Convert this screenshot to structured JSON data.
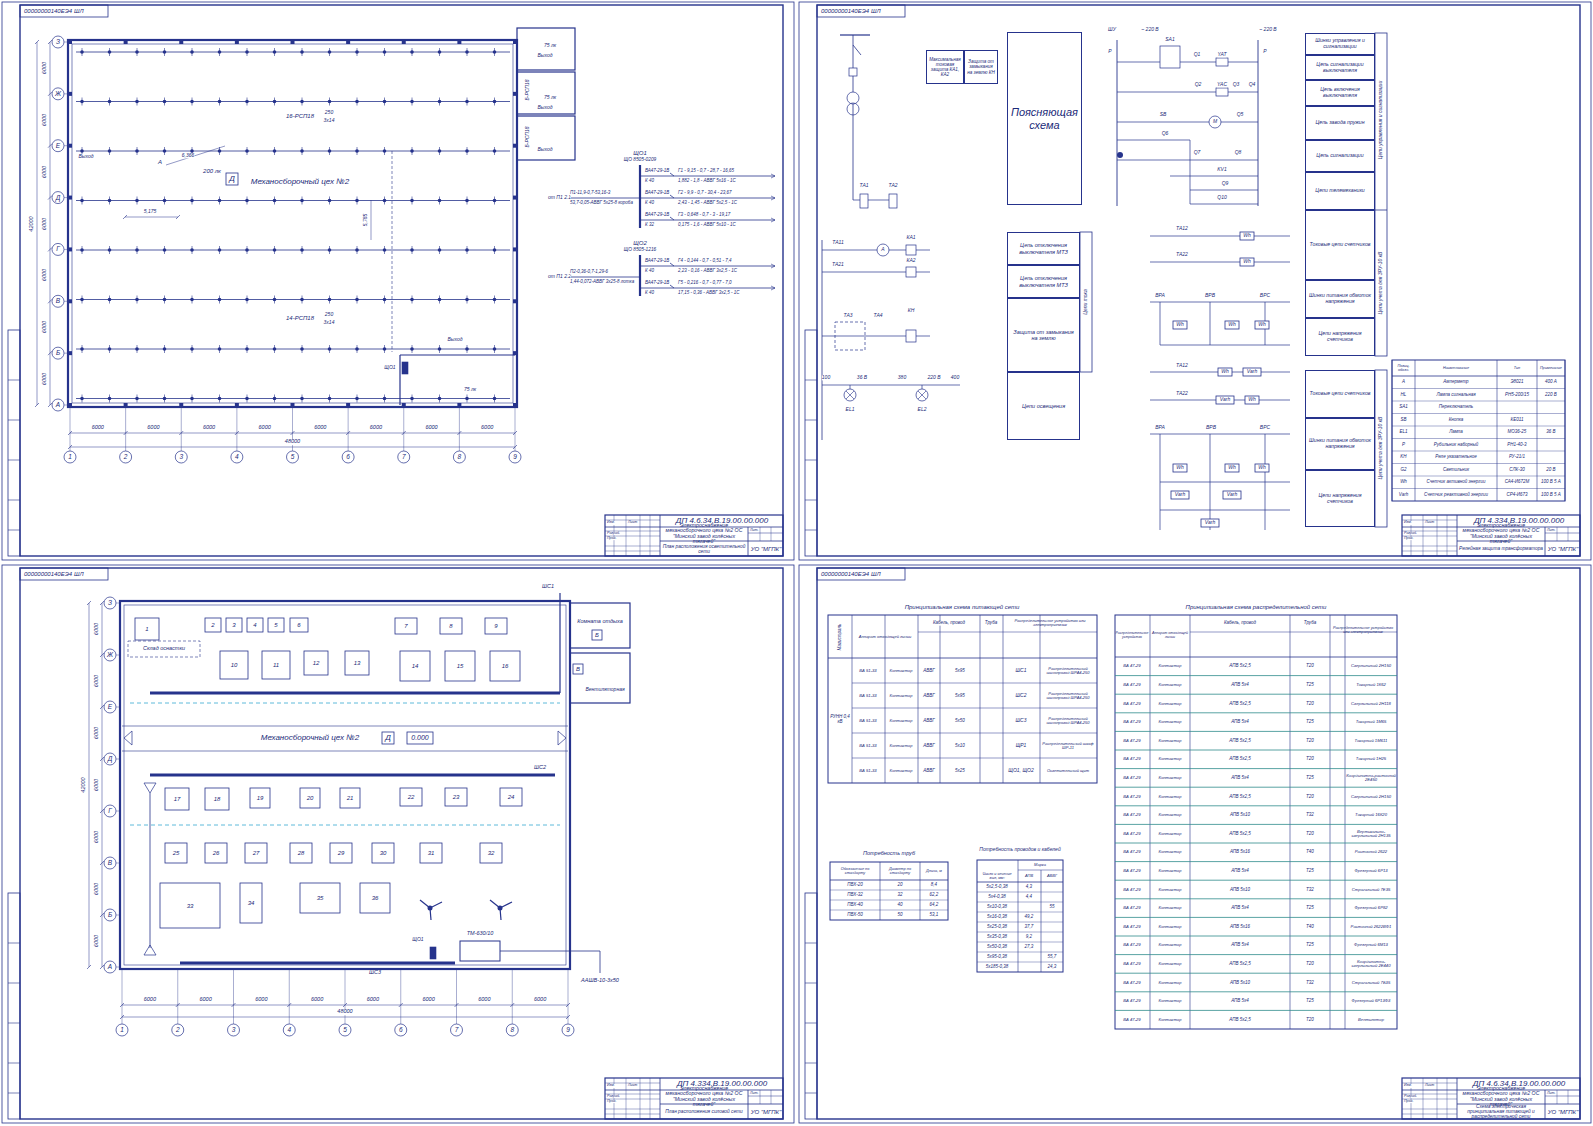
{
  "diagram": {
    "nodes": [
      {
        "text": [
          "Поясняющая схема"
        ]
      },
      {
        "text": [
          "Максимальная токовая защита КА1, КА2"
        ]
      },
      {
        "text": [
          "Защита от замыкания на землю КН"
        ]
      },
      {
        "text": [
          "Цепь отключения выключателя МТЗ"
        ]
      },
      {
        "text": [
          "Цепь отключения выключателя МТЗ"
        ]
      },
      {
        "text": [
          "Защита от замыкания на землю"
        ]
      },
      {
        "text": [
          "Цепи освещения"
        ]
      },
      {
        "text": [
          "Шинки управления и сигнализации"
        ]
      },
      {
        "text": [
          "Цепь сигнализации выключателя"
        ]
      },
      {
        "text": [
          "Цепь включения выключателя"
        ]
      },
      {
        "text": [
          "Цепь завода пружин"
        ]
      },
      {
        "text": [
          "Цепь сигнализации"
        ]
      },
      {
        "text": [
          "Цепи телемеханики"
        ]
      },
      {
        "text": [
          "Токовые цепи счетчиков"
        ]
      },
      {
        "text": [
          "Шинки питания обмоток напряжения"
        ]
      },
      {
        "text": [
          "Цепи напряжения счетчиков"
        ]
      },
      {
        "text": [
          "Токовые цепи счетчиков"
        ]
      },
      {
        "text": [
          "Шинки питания обмоток напряжения"
        ]
      },
      {
        "text": [
          "Цепи напряжения счетчиков"
        ]
      }
    ],
    "labels": [
      "00000000140ЕЭ4 ШЛ",
      "ДП 4.6.34.В.19.00.00.000",
      "Электроснабжение механосборочного цеха №2 ОС \"Минский завод колёсных тягачей\"",
      "План расположения осветительной сети",
      "УО \"МГПК\"",
      "Изм.",
      "Лист",
      "Разраб.",
      "Пров.",
      "Лит.",
      "00000000140ЕЭ4 ШЛ",
      "ДП 4.334.В.19.00.00.000",
      "Электроснабжение механосборочного цеха №2 ОС \"Минский завод колёсных тягачей\"",
      "Релейная защита трансформатора",
      "УО \"МГПК\"",
      "Изм.",
      "Лист",
      "Разраб.",
      "Пров.",
      "Лит.",
      "00000000140ЕЭ4 ШЛ",
      "ДП 4.334.В.19.00.00.000",
      "Электроснабжение механосборочного цеха №2 ОС \"Минский завод колёсных тягачей\"",
      "План расположения силовой сети",
      "УО \"МГПК\"",
      "Изм.",
      "Лист",
      "Разраб.",
      "Пров.",
      "Лит.",
      "00000000140ЕЭ4 ШЛ",
      "ДП 4.6.34.В.19.00.00.000",
      "Электроснабжение механосборочного цеха №2 ОС \"Минский завод колёсных тягачей\"",
      "Схема электрическая принципиальная питающей и распределительной сети",
      "УО \"МГПК\"",
      "Изм.",
      "Лист",
      "Разраб.",
      "Пров.",
      "Лит.",
      "1",
      "2",
      "3",
      "4",
      "5",
      "6",
      "7",
      "8",
      "9",
      "З",
      "Ж",
      "Е",
      "Д",
      "Г",
      "В",
      "Б",
      "А",
      "6000",
      "6000",
      "6000",
      "6000",
      "6000",
      "6000",
      "6000",
      "6000",
      "48000",
      "6000",
      "6000",
      "6000",
      "6000",
      "6000",
      "6000",
      "6000",
      "42000",
      "Механосборочный цех №2",
      "Д",
      "200 лк",
      "А",
      "6,366",
      "5,175",
      "5,785",
      "16-РСП18",
      "250",
      "3х14",
      "14-РСП18",
      "250",
      "3х14",
      "Выход",
      "Выход",
      "Выход",
      "Выход",
      "Выход",
      "Б-РСП18",
      "Б-РСП18",
      "75 лк",
      "75 лк",
      "75 лк",
      "ЩО1",
      "ЩО1",
      "ЩО 8505-0209",
      "ВА47-29-1В",
      "К 40",
      "Г1 - 9,15 - 0,7 - 28,7 - 16,65",
      "1,882 - 1,8 - АВВГ 5х16 - 1С",
      "ВА47-29-1В",
      "К 40",
      "Г2 - 9,9 - 0,7 - 30,4 - 23,67",
      "2,43 - 1,45 - АВВГ 5х2,5 - 1С",
      "ВА47-29-1В",
      "К 32",
      "Г3 - 0,648 - 0,7 - 3 - 19,17",
      "0,175 - 1,6 - АВВГ 5х10 - 1С",
      "от П1 2.1",
      "П1-11,9-0,7-53,16-3",
      "53,7-0,05-АВВГ 5х25-8 короба",
      "ЩО2",
      "ЩО 8505-1216",
      "ВА47-29-1В",
      "К 40",
      "Г4 - 0,144 - 0,7 - 0,51 - 7,4",
      "2,23 - 0,16 - АВВГ 3х2,5 - 1С",
      "ВА47-29-1В",
      "К 40",
      "Г5 - 0,216 - 0,7 - 0,77 - 7,0",
      "17,15 - 0,36 - АВВГ 3х2,5 - 1С",
      "от П1 2.2",
      "П2-0,36-0,7-1,29-6",
      "1,44-0,072-АВВГ 3х25-8 лотка",
      "1",
      "2",
      "3",
      "4",
      "5",
      "6",
      "7",
      "8",
      "9",
      "З",
      "Ж",
      "Е",
      "Д",
      "Г",
      "В",
      "Б",
      "А",
      "6000",
      "6000",
      "6000",
      "6000",
      "6000",
      "6000",
      "6000",
      "6000",
      "48000",
      "6000",
      "6000",
      "6000",
      "6000",
      "6000",
      "6000",
      "6000",
      "42000",
      "Механосборочный цех №2",
      "Д",
      "0.000",
      "Склад оснастки",
      "Комната отдыха",
      "Б",
      "В",
      "Вентиляторная",
      "ТМ-630/10",
      "ААШВ-10-3х50",
      "ШС1",
      "ШС2",
      "ШС3",
      "ЩО1",
      "1",
      "2",
      "3",
      "4",
      "5",
      "6",
      "7",
      "8",
      "9",
      "10",
      "11",
      "12",
      "13",
      "14",
      "15",
      "16",
      "17",
      "18",
      "19",
      "20",
      "21",
      "22",
      "23",
      "24",
      "25",
      "26",
      "27",
      "28",
      "29",
      "30",
      "31",
      "32",
      "33",
      "34",
      "35",
      "36",
      "ТА1",
      "ТА2",
      "ТА11",
      "ТА21",
      "А",
      "КА1",
      "КА2",
      "ТА3",
      "ТА4",
      "КН",
      "100",
      "36 В",
      "380",
      "220 В",
      "400",
      "EL1",
      "EL2",
      "ШУ",
      "~ 220 В",
      "~ 220 В",
      "Р",
      "Р",
      "SA1",
      "Q1",
      "YAT",
      "Q2",
      "YAC",
      "Q3",
      "Q4",
      "SB",
      "М",
      "Q5",
      "Q6",
      "Q7",
      "Q8",
      "KV1",
      "Q9",
      "Q10",
      "ТА12",
      "ТА22",
      "Wh",
      "Wh",
      "ВРА",
      "ВРВ",
      "ВРС",
      "Wh",
      "Wh",
      "Wh",
      "ТА12",
      "ТА22",
      "Wh",
      "Varh",
      "Varh",
      "Wh",
      "ВРА",
      "ВРВ",
      "ВРС",
      "Wh",
      "Wh",
      "Wh",
      "Varh",
      "Varh",
      "Varh",
      "Цепи управления и сигнализации",
      "Цепи учета для ЗРУ-10 кВ",
      "Цепи учета для ЗРУ-10 кВ",
      "Цепи тока",
      "Позиц. обозн.",
      "Наименование",
      "Тип",
      "Примечание",
      "A",
      "Амперметр",
      "Э8021",
      "400 А",
      "HL",
      "Лампа сигнальная",
      "РН5-200/15",
      "220 В",
      "SA1",
      "Переключатель",
      "SB",
      "Кнопка",
      "КЕ011",
      "EL1",
      "Лампа",
      "МО36-25",
      "36 В",
      "P",
      "Рубильник наборный",
      "РН1-40-3",
      "KH",
      "Реле указательное",
      "РУ-21/1",
      "G2",
      "Светильник",
      "СЛК-30",
      "20 В",
      "Wh",
      "Счетчик активной энергии",
      "СА4-И672М",
      "100 В 5 А",
      "Varh",
      "Счетчик реактивной энергии",
      "СР4-И673",
      "100 В 5 А",
      "Принципиальная схема питающей сети",
      "Магистраль",
      "Аппарат отходящей линии",
      "Кабель, провод",
      "Труба",
      "Распределительное устройство или электроприемник",
      "РУНН 0,4 кВ",
      "ВА 51-33",
      "Контактор",
      "АВВГ",
      "5х95",
      "ШС1",
      "Распределительный шинопровод ШРА4-250",
      "ВА 51-33",
      "Контактор",
      "АВВГ",
      "5х95",
      "ШС2",
      "Распределительный шинопровод ШРА4-250",
      "ВА 51-33",
      "Контактор",
      "АВВГ",
      "5х50",
      "ШС3",
      "Распределительный шинопровод ШРА4-250",
      "ВА 51-33",
      "Контактор",
      "АВВГ",
      "5х10",
      "ЩР1",
      "Распределительный шкаф ШР-11",
      "ВА 51-33",
      "Контактор",
      "АВВГ",
      "5х25",
      "ЩО1, ЩО2",
      "Осветительный щит",
      "Принципиальная схема распределительной сети",
      "Распределительное устройство",
      "Аппарат отходящей линии",
      "Кабель, провод",
      "Труба",
      "Распределительное устройство или электроприемник",
      "ВА 47-29",
      "Контактор",
      "АПВ 5х2,5",
      "Т20",
      "Сверлильный 2Н150",
      "ВА 47-29",
      "Контактор",
      "АПВ 5х4",
      "Т25",
      "Токарный 1К62",
      "ВА 47-29",
      "Контактор",
      "АПВ 5х2,5",
      "Т20",
      "Сверлильный 2Н118",
      "ВА 47-29",
      "Контактор",
      "АПВ 5х4",
      "Т25",
      "Токарный 1М65",
      "ВА 47-29",
      "Контактор",
      "АПВ 5х2,5",
      "Т20",
      "Токарный 1М611",
      "ВА 47-29",
      "Контактор",
      "АПВ 5х2,5",
      "Т20",
      "Токарный 1Н25",
      "ВА 47-29",
      "Контактор",
      "АПВ 5х4",
      "Т25",
      "Координатно-расточной 2Е450",
      "ВА 47-29",
      "Контактор",
      "АПВ 5х2,5",
      "Т20",
      "Сверлильный 2Н150",
      "ВА 47-29",
      "Контактор",
      "АПВ 5х10",
      "Т32",
      "Токарный 16К20",
      "ВА 47-29",
      "Контактор",
      "АПВ 5х2,5",
      "Т20",
      "Вертикально-сверлильный 2Н135",
      "ВА 47-29",
      "Контактор",
      "АПВ 5х16",
      "Т40",
      "Расточной 2622",
      "ВА 47-29",
      "Контактор",
      "АПВ 5х4",
      "Т25",
      "Фрезерный 6Р13",
      "ВА 47-29",
      "Контактор",
      "АПВ 5х10",
      "Т32",
      "Строгальный 7Е35",
      "ВА 47-29",
      "Контактор",
      "АПВ 5х4",
      "Т25",
      "Фрезерный 6Р82",
      "ВА 47-29",
      "Контактор",
      "АПВ 5х16",
      "Т40",
      "Расточной 2622ВФ1",
      "ВА 47-29",
      "Контактор",
      "АПВ 5х4",
      "Т25",
      "Фрезерный 6М13",
      "ВА 47-29",
      "Контактор",
      "АПВ 5х2,5",
      "Т20",
      "Координатно-сверлильный 2Е440",
      "ВА 47-29",
      "Контактор",
      "АПВ 5х10",
      "Т32",
      "Строгальный 7Б35",
      "ВА 47-29",
      "Контактор",
      "АПВ 5х4",
      "Т25",
      "Фрезерный 6Р13Ф3",
      "ВА 47-29",
      "Контактор",
      "АПВ 5х2,5",
      "Т20",
      "Вентилятор",
      "Потребность труб",
      "Обозначение по стандарту",
      "Диаметр по стандарту",
      "Длина, м",
      "ПВХ-20",
      "20",
      "8,4",
      "ПВХ-32",
      "32",
      "62,2",
      "ПВХ-40",
      "40",
      "64,2",
      "ПВХ-50",
      "50",
      "53,1",
      "Потребность проводов и кабелей",
      "Число и сечение жил, мм²",
      "Марка",
      "АПВ",
      "АВВГ",
      "5х2,5-0,38",
      "4,3",
      "5х4-0,38",
      "4,4",
      "5х10-0,38",
      "55",
      "5х16-0,38",
      "49,2",
      "5х25-0,38",
      "37,7",
      "5х35-0,38",
      "9,2",
      "5х50-0,38",
      "27,3",
      "5х95-0,38",
      "55,7",
      "5х185-0,38",
      "24,3"
    ]
  }
}
